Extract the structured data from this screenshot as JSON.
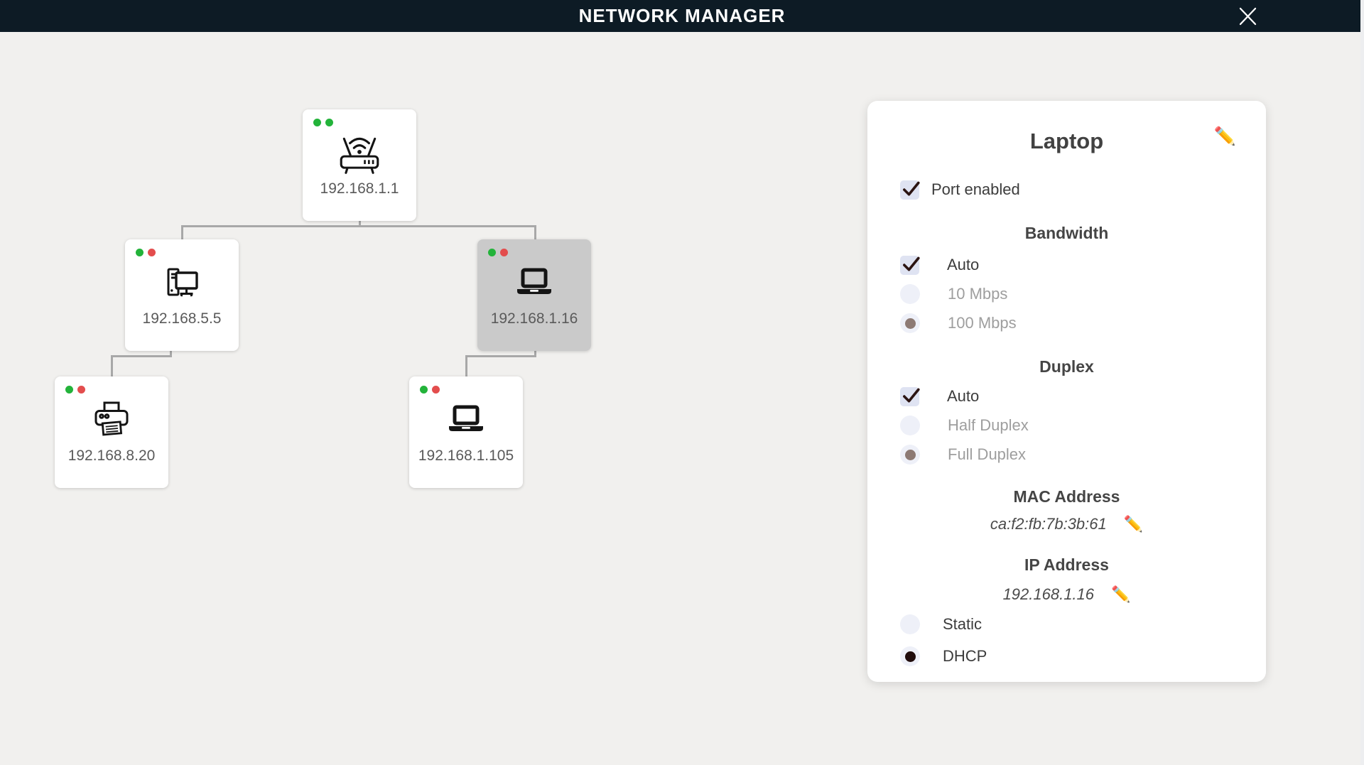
{
  "header": {
    "title": "NETWORK MANAGER"
  },
  "topology": {
    "nodes": [
      {
        "device": "router",
        "ip": "192.168.1.1",
        "icon": "router-icon",
        "status_dots": [
          "green",
          "green"
        ],
        "selected": false
      },
      {
        "device": "desktop",
        "ip": "192.168.5.5",
        "icon": "desktop-icon",
        "status_dots": [
          "green",
          "red"
        ],
        "selected": false
      },
      {
        "device": "laptop",
        "ip": "192.168.1.16",
        "icon": "laptop-icon",
        "status_dots": [
          "green",
          "red"
        ],
        "selected": true
      },
      {
        "device": "printer",
        "ip": "192.168.8.20",
        "icon": "printer-icon",
        "status_dots": [
          "green",
          "red"
        ],
        "selected": false
      },
      {
        "device": "laptop",
        "ip": "192.168.1.105",
        "icon": "laptop-icon",
        "status_dots": [
          "green",
          "red"
        ],
        "selected": false
      }
    ]
  },
  "panel": {
    "title": "Laptop",
    "edit_icon": "✏️",
    "port_enabled": {
      "label": "Port enabled",
      "checked": true
    },
    "bandwidth": {
      "heading": "Bandwidth",
      "options": [
        {
          "label": "Auto",
          "control": "checkbox",
          "state": "checked",
          "disabled": false
        },
        {
          "label": "10 Mbps",
          "control": "radio",
          "state": "unchecked",
          "disabled": true
        },
        {
          "label": "100 Mbps",
          "control": "radio",
          "state": "checked-muted",
          "disabled": true
        }
      ]
    },
    "duplex": {
      "heading": "Duplex",
      "options": [
        {
          "label": "Auto",
          "control": "checkbox",
          "state": "checked",
          "disabled": false
        },
        {
          "label": "Half Duplex",
          "control": "radio",
          "state": "unchecked",
          "disabled": true
        },
        {
          "label": "Full Duplex",
          "control": "radio",
          "state": "checked-muted",
          "disabled": true
        }
      ]
    },
    "mac": {
      "heading": "MAC Address",
      "value": "ca:f2:fb:7b:3b:61"
    },
    "ip": {
      "heading": "IP Address",
      "value": "192.168.1.16"
    },
    "ip_mode": {
      "options": [
        {
          "label": "Static",
          "state": "unchecked"
        },
        {
          "label": "DHCP",
          "state": "checked"
        }
      ],
      "selected": "DHCP"
    }
  },
  "colors": {
    "header_bg": "#0d1b25",
    "background": "#f1f0ee",
    "node_bg": "#ffffff",
    "selected_node_bg": "#cacaca",
    "status_green": "#23b33a",
    "status_red": "#e34d4d",
    "connector": "#a8a8a8",
    "checkbox_bg": "#dfe3f2",
    "check_mark": "#2b1412",
    "radio_bg": "#eef0f8",
    "radio_dot_muted": "#8d7a74",
    "radio_dot_dark": "#200c0c"
  }
}
